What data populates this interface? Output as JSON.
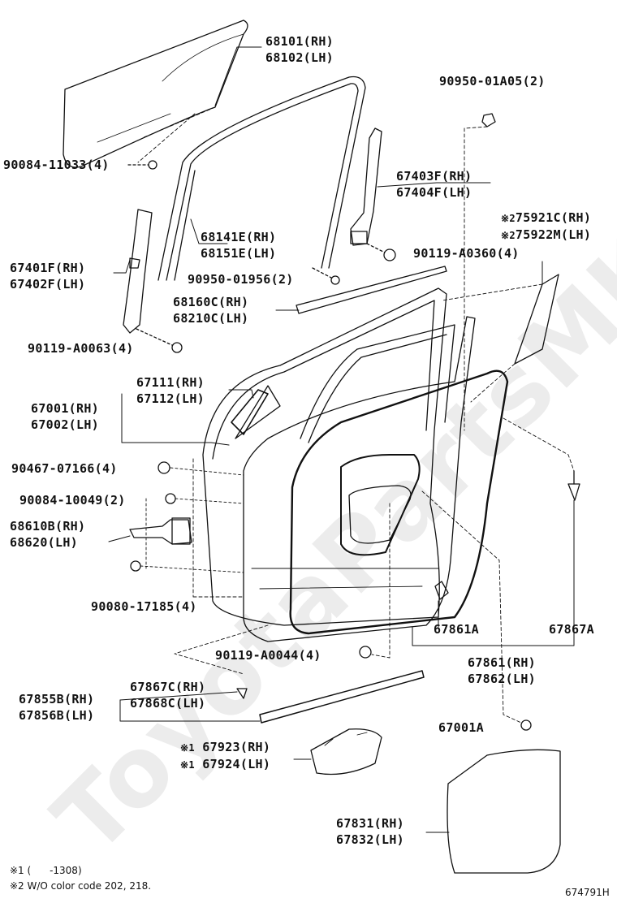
{
  "watermark": "ToyotaPartsMKZ.ru",
  "labels": {
    "glass": [
      "68101(RH)",
      "68102(LH)"
    ],
    "bolt_glass": "90084-11033(4)",
    "run_channel": [
      "68141E(RH)",
      "68151E(LH)"
    ],
    "rear_channel": [
      "67401F(RH)",
      "67402F(LH)"
    ],
    "bolt_rear_channel": "90119-A0063(4)",
    "clip_top": "90950-01A05(2)",
    "front_channel": [
      "67403F(RH)",
      "67404F(LH)"
    ],
    "bolt_front_channel": "90119-A0360(4)",
    "molding_color": [
      "75921C(RH)",
      "75922M(LH)"
    ],
    "molding_color_mark": "※2",
    "clip_run": "90950-01956(2)",
    "belt_weatherstrip": [
      "68160C(RH)",
      "68210C(LH)"
    ],
    "cover": [
      "67111(RH)",
      "67112(LH)"
    ],
    "door_panel": [
      "67001(RH)",
      "67002(LH)"
    ],
    "bolt_hinge_a": "90467-07166(4)",
    "bolt_hinge_b": "90084-10049(2)",
    "check": [
      "68610B(RH)",
      "68620(LH)"
    ],
    "bolt_check": "90080-17185(4)",
    "clip_67861a": "67861A",
    "clip_67867a": "67867A",
    "weatherstrip": [
      "67861(RH)",
      "67862(LH)"
    ],
    "bolt_lower": "90119-A0044(4)",
    "clip_lower": [
      "67867C(RH)",
      "67868C(LH)"
    ],
    "lower_weatherstrip": [
      "67855B(RH)",
      "67856B(LH)"
    ],
    "plug": "67001A",
    "pad": [
      "67923(RH)",
      "67924(LH)"
    ],
    "pad_mark": "※1",
    "service_hole_cover": [
      "67831(RH)",
      "67832(LH)"
    ],
    "note1": "※1 (      -1308)",
    "note2": "※2 W/O color code 202, 218.",
    "figure_id": "674791H"
  }
}
